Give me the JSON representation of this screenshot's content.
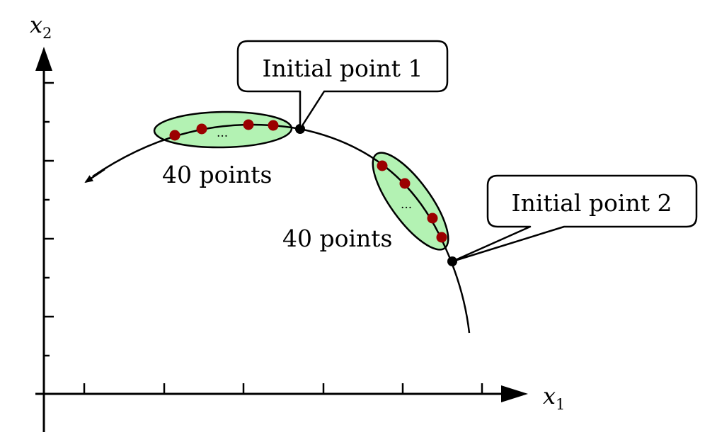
{
  "axes": {
    "x_label": "x",
    "x_sub": "1",
    "y_label": "x",
    "y_sub": "2"
  },
  "callouts": {
    "initial_point_1": "Initial point 1",
    "initial_point_2": "Initial point 2"
  },
  "clusters": {
    "cluster_1": {
      "label": "40 points",
      "ellipsis": "..."
    },
    "cluster_2": {
      "label": "40 points",
      "ellipsis": "..."
    }
  },
  "colors": {
    "ellipse_fill": "#b3f2b3",
    "sample_point": "#9b0000",
    "line": "#000000"
  }
}
